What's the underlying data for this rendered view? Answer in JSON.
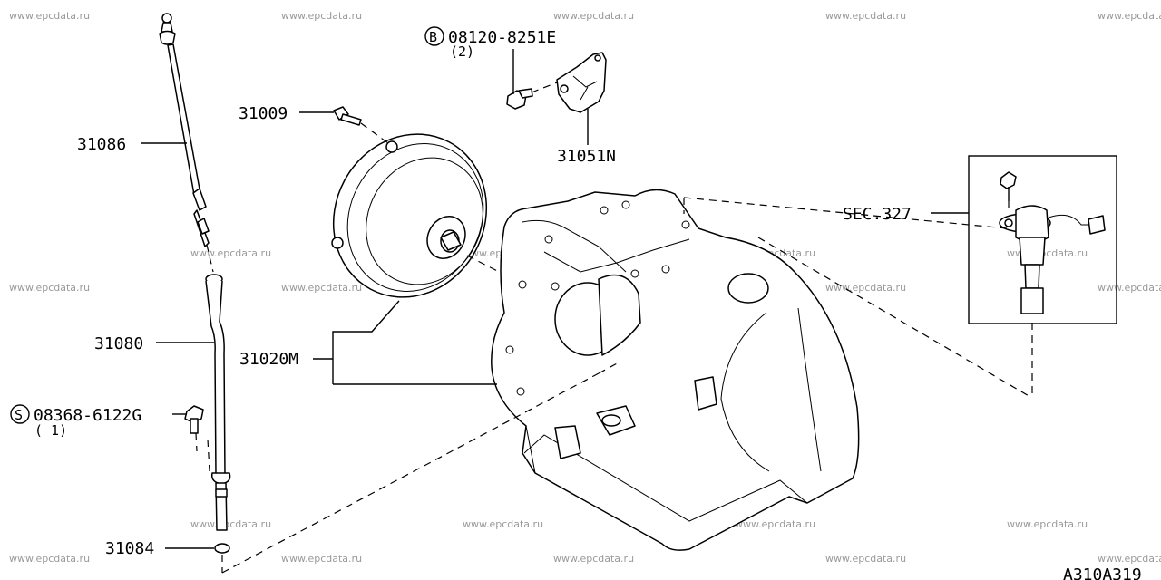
{
  "watermark": "www.epcdata.ru",
  "diagram_id": "A310A319",
  "parts": {
    "dipstick": "31086",
    "tube": "31080",
    "o_ring": "31084",
    "tube_bolt_code": "08368-6122G",
    "tube_bolt_qty": "( 1)",
    "tube_bolt_prefix": "S",
    "converter_bolt": "31009",
    "bracket_bolt_code": "08120-8251E",
    "bracket_bolt_qty": "(2)",
    "bracket_bolt_prefix": "B",
    "bracket": "31051N",
    "transmission": "31020M",
    "section_ref": "SEC.327"
  }
}
